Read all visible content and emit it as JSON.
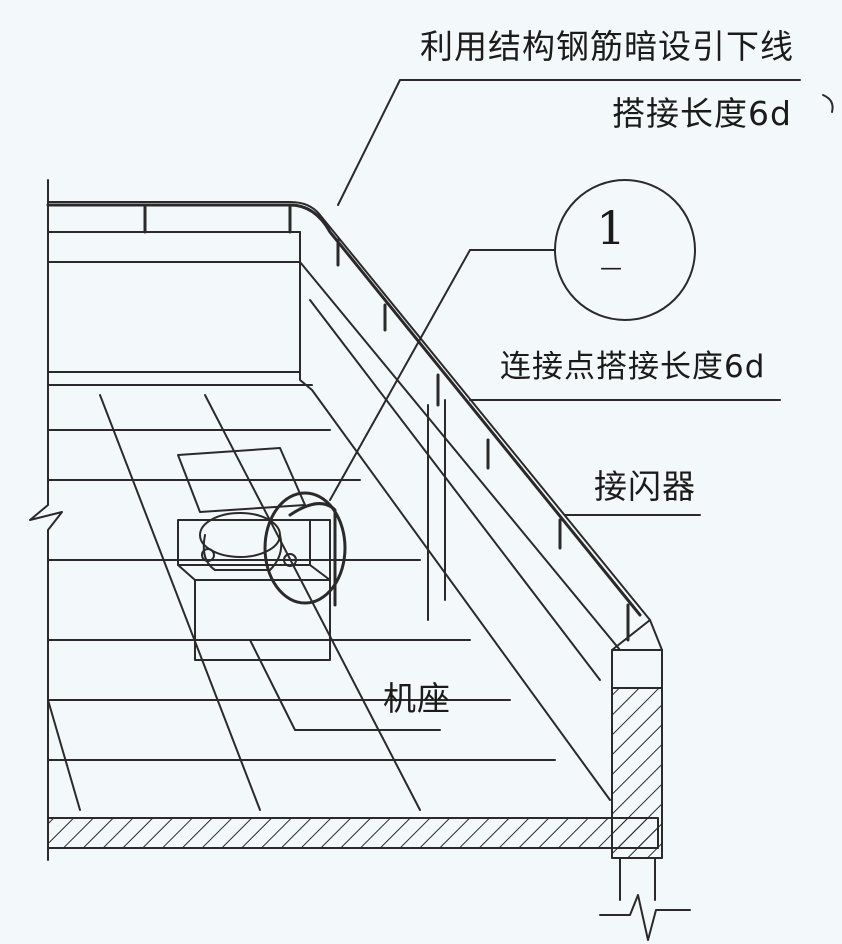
{
  "labels": {
    "down_conductor": "利用结构钢筋暗设引下线",
    "lap_length_top": "搭接长度6d",
    "connection_lap": "连接点搭接长度6d",
    "air_terminal": "接闪器",
    "machine_base": "机座"
  },
  "detail_marker": {
    "number": "1",
    "sheet": "—"
  }
}
